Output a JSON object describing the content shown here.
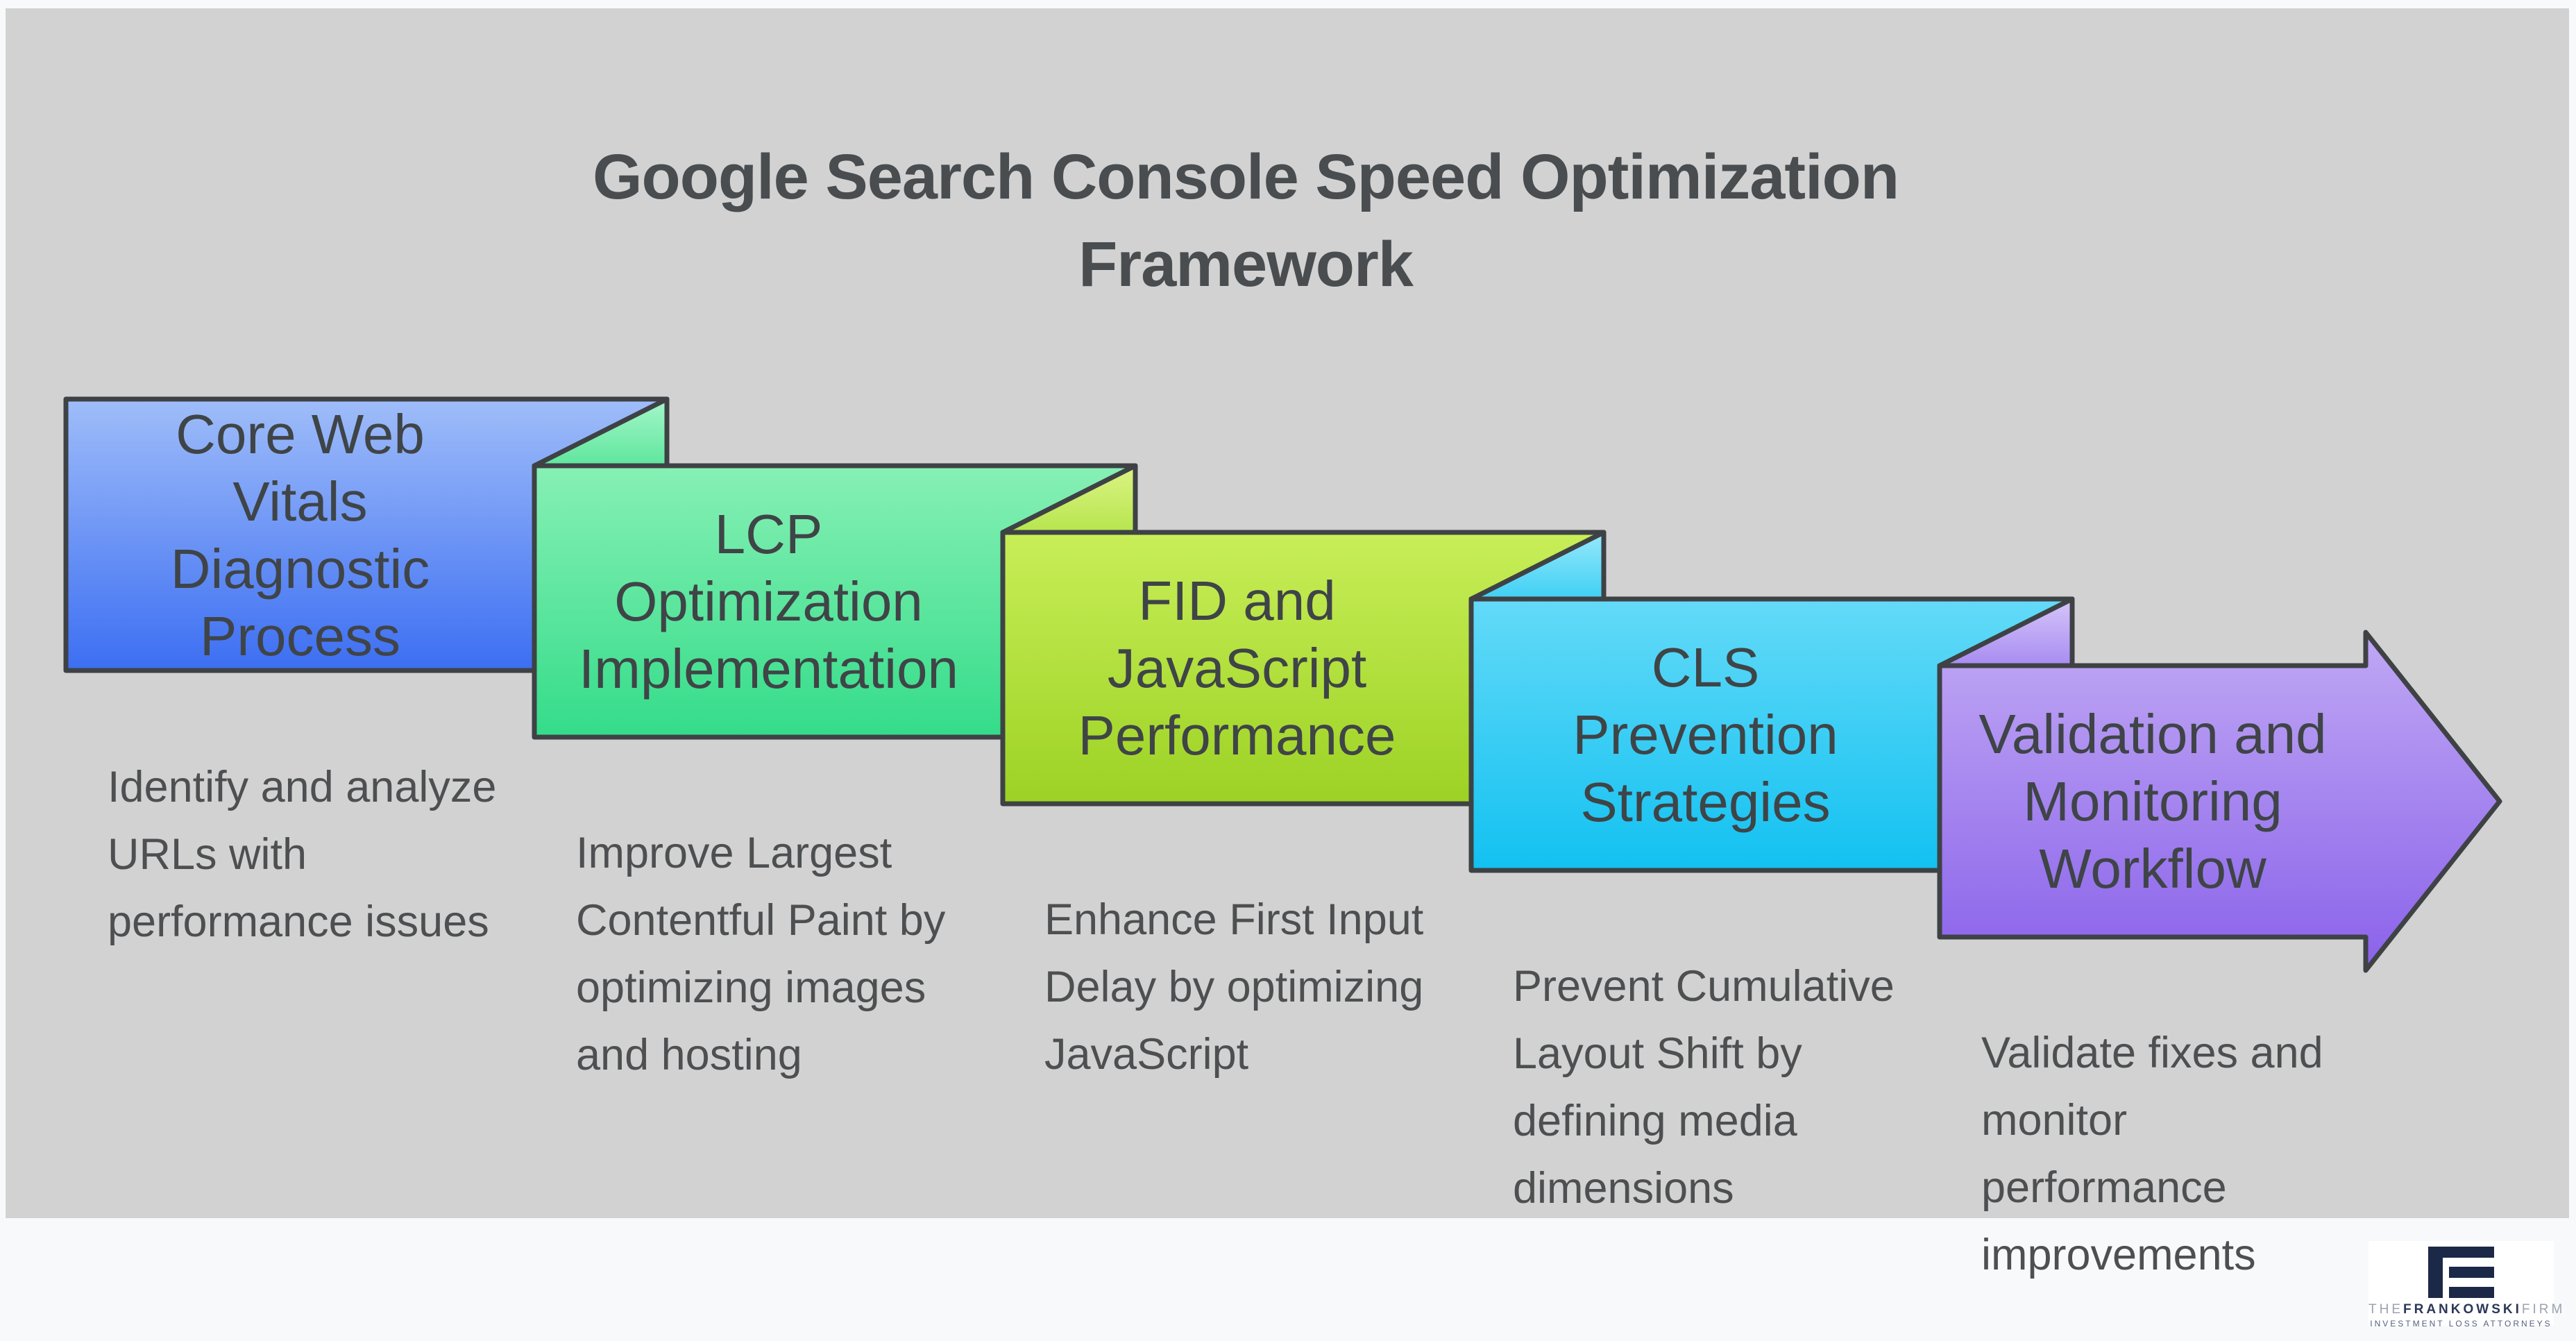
{
  "header": {
    "title": "Google Search Console Speed Optimization\nFramework"
  },
  "steps": [
    {
      "title": "Core Web\nVitals\nDiagnostic\nProcess",
      "description": "Identify and analyze\nURLs with\nperformance issues",
      "color_top": "#9fbdf9",
      "color_bottom": "#3c6ef2"
    },
    {
      "title": "LCP\nOptimization\nImplementation",
      "description": "Improve Largest\nContentful Paint by\noptimizing images\nand hosting",
      "color_top": "#87f0b4",
      "color_bottom": "#34dc8a",
      "fold_top": "#a5f6ca",
      "fold_bottom": "#5fe69d"
    },
    {
      "title": "FID and\nJavaScript\nPerformance",
      "description": "Enhance First Input\nDelay by optimizing\nJavaScript",
      "color_top": "#c8ee58",
      "color_bottom": "#9cd224",
      "fold_top": "#dcf485",
      "fold_bottom": "#b7e54e"
    },
    {
      "title": "CLS\nPrevention\nStrategies",
      "description": "Prevent Cumulative\nLayout Shift by\ndefining media\ndimensions",
      "color_top": "#64daf8",
      "color_bottom": "#12c1f1",
      "fold_top": "#97e8fb",
      "fold_bottom": "#3fd0f4"
    },
    {
      "title": "Validation and\nMonitoring\nWorkflow",
      "description": "Validate fixes and\nmonitor\nperformance\nimprovements",
      "color_top": "#c0a8f4",
      "color_bottom": "#8a62ea",
      "fold_top": "#d6c6f9",
      "fold_bottom": "#a88cf1"
    }
  ],
  "logo": {
    "name_pre": "THE",
    "name_main": "FRANKOWSKI",
    "name_post": "FIRM",
    "tagline": "INVESTMENT LOSS ATTORNEYS",
    "mark_color": "#1b2847"
  },
  "colors": {
    "background": "#f8f9fa",
    "panel": "#d2d2d2",
    "shape_border": "#3e4245",
    "step_title_text": "#3f4447",
    "description_text": "#4d4f51",
    "main_title_text": "#494d4f"
  }
}
